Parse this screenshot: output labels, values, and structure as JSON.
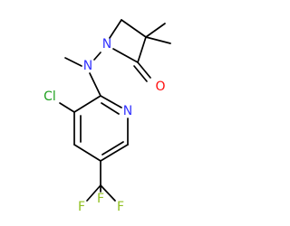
{
  "molecule": {
    "atom_labels": {
      "n_amine": "N",
      "n_lactam": "N",
      "o_carbonyl": "O",
      "cl": "Cl",
      "n_pyridine": "N",
      "f_top": "F",
      "f_left": "F",
      "f_right": "F"
    },
    "colors": {
      "bond": "#000000",
      "nitrogen": "#3333ff",
      "oxygen": "#ff0d0d",
      "chlorine": "#1fa01f",
      "fluorine": "#90c020"
    }
  }
}
